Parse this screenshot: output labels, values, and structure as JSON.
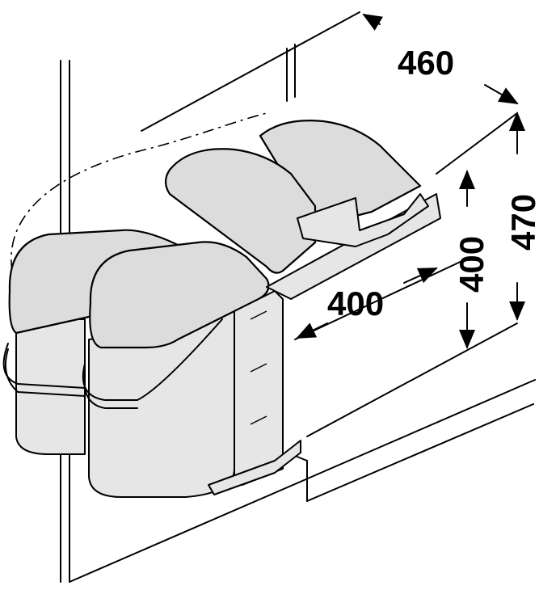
{
  "dimensions": {
    "depth": "460",
    "height_total": "470",
    "height_inner": "400",
    "width": "400"
  }
}
